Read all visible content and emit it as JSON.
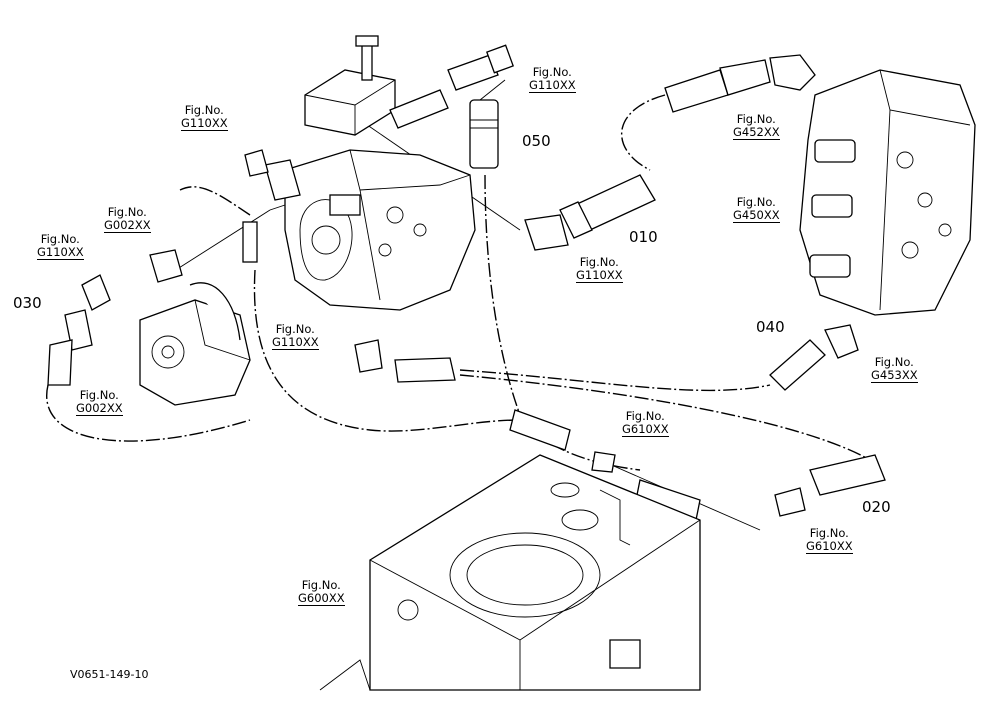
{
  "figure_refs": [
    {
      "prefix": "Fig.No.",
      "code": "G110XX"
    },
    {
      "prefix": "Fig.No.",
      "code": "G110XX"
    },
    {
      "prefix": "Fig.No.",
      "code": "G452XX"
    },
    {
      "prefix": "Fig.No.",
      "code": "G450XX"
    },
    {
      "prefix": "Fig.No.",
      "code": "G110XX"
    },
    {
      "prefix": "Fig.No.",
      "code": "G002XX"
    },
    {
      "prefix": "Fig.No.",
      "code": "G110XX"
    },
    {
      "prefix": "Fig.No.",
      "code": "G110XX"
    },
    {
      "prefix": "Fig.No.",
      "code": "G453XX"
    },
    {
      "prefix": "Fig.No.",
      "code": "G002XX"
    },
    {
      "prefix": "Fig.No.",
      "code": "G610XX"
    },
    {
      "prefix": "Fig.No.",
      "code": "G610XX"
    },
    {
      "prefix": "Fig.No.",
      "code": "G600XX"
    }
  ],
  "part_numbers": [
    "050",
    "010",
    "030",
    "040",
    "020"
  ],
  "drawing_code": "V0651-149-10"
}
